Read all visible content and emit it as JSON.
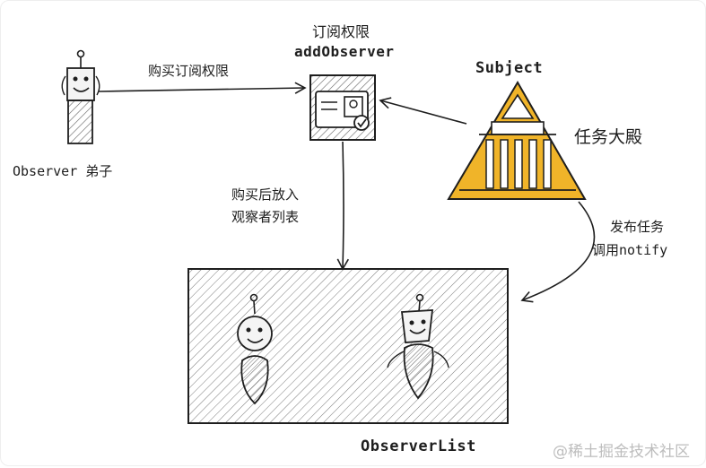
{
  "subscribe_title": "订阅权限",
  "add_observer": "addObserver",
  "buy_label": "购买订阅权限",
  "subject_label": "Subject",
  "hall_label": "任务大殿",
  "observer_label": "Observer 弟子",
  "after_buy_line1": "购买后放入",
  "after_buy_line2": "观察者列表",
  "publish_line1": "发布任务",
  "publish_line2": "调用notify",
  "list_label": "ObserverList",
  "watermark": "@稀土掘金技术社区",
  "colors": {
    "stroke": "#1e1e1e",
    "hatch": "#555555",
    "temple": "#f0b429",
    "box_fill": "#e9e9e9"
  }
}
